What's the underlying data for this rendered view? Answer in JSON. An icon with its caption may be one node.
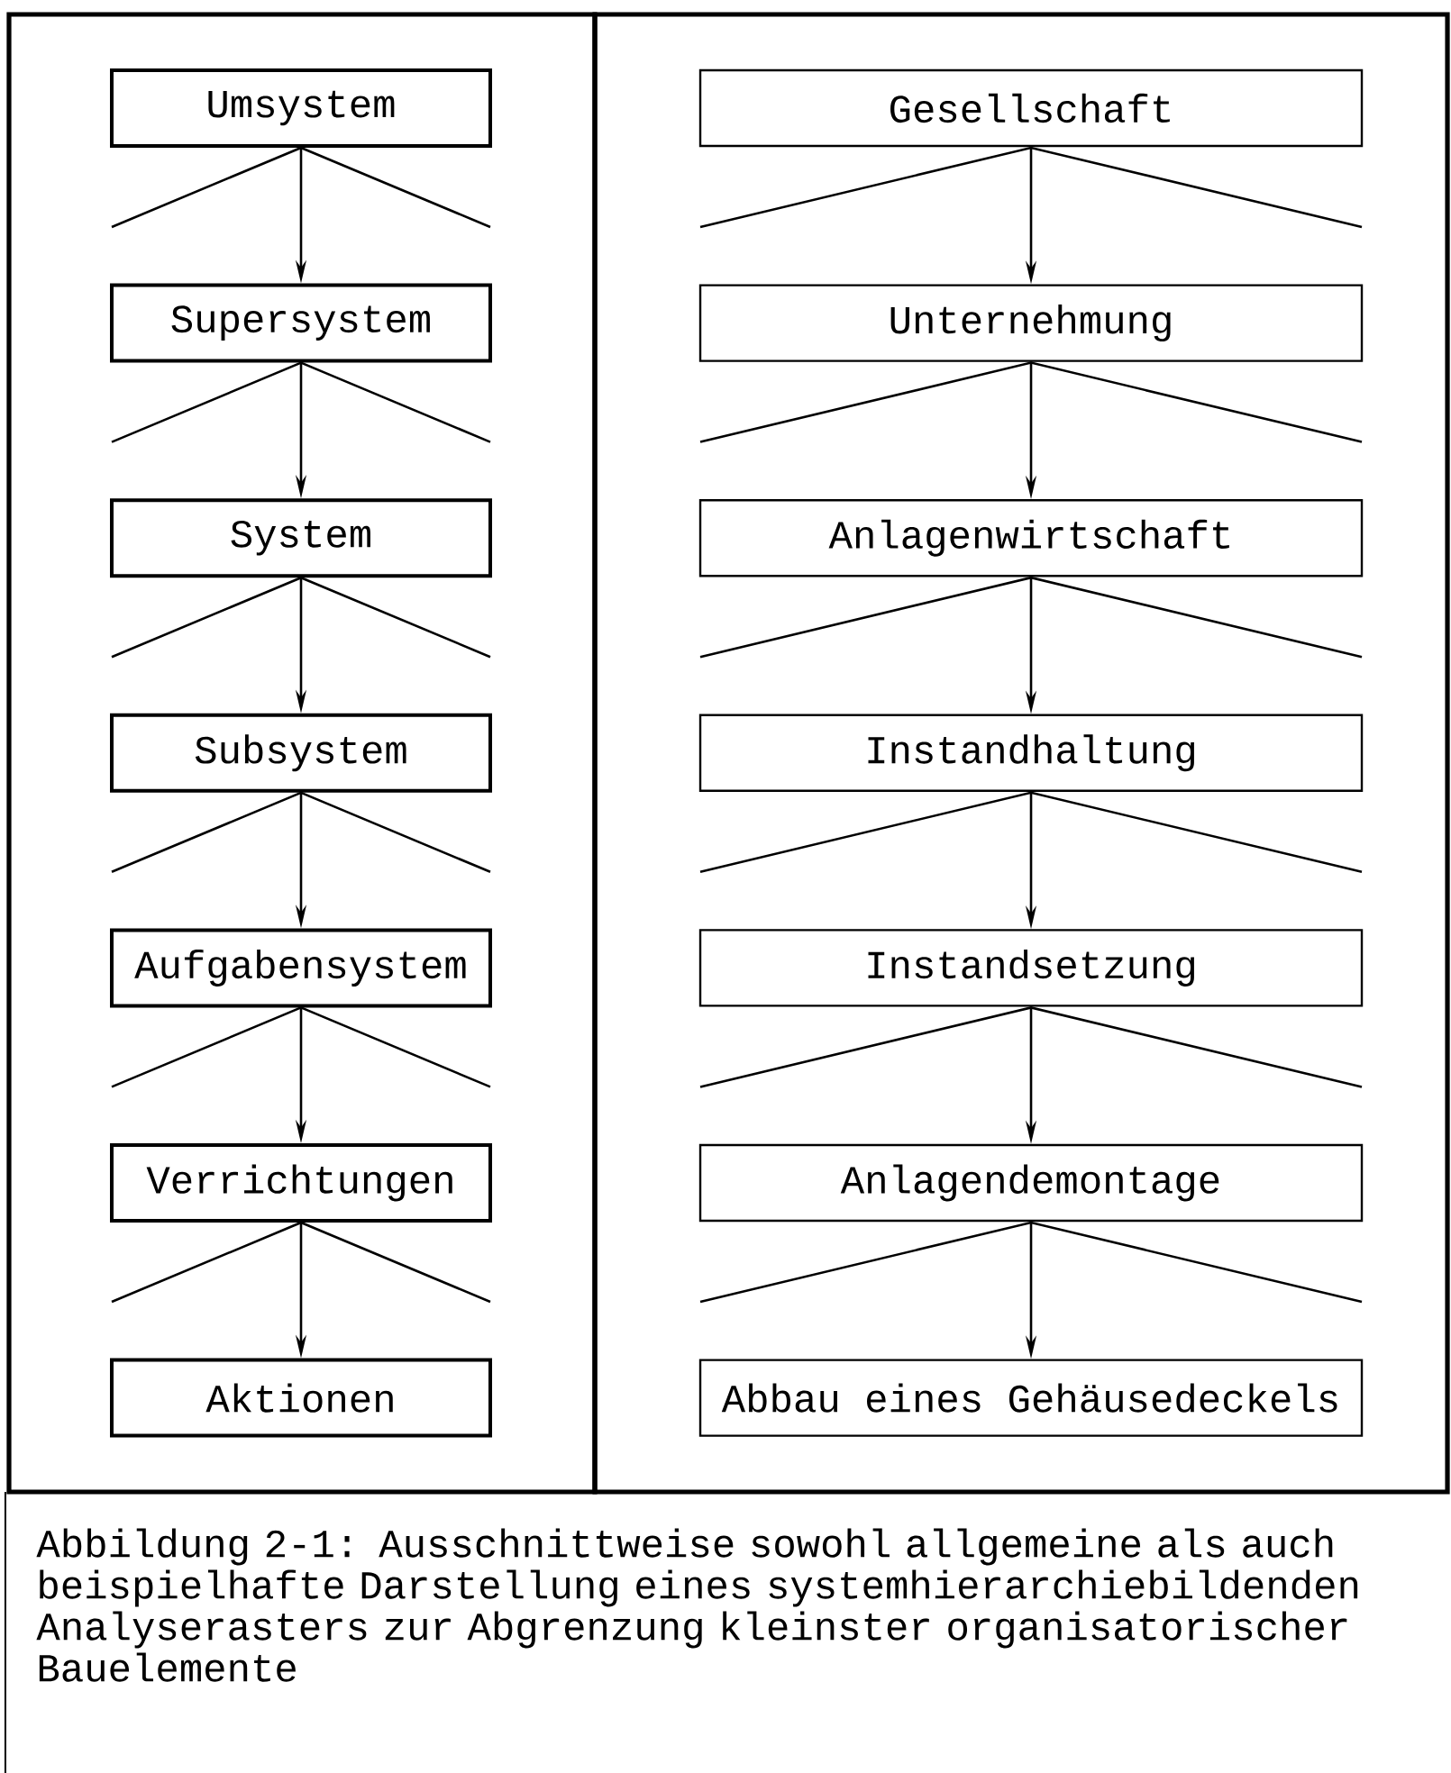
{
  "diagram": {
    "caption": "Abbildung 2-1: Ausschnittweise sowohl allgemeine als auch beispielhafte Darstellung eines systemhierarchiebildenden Analyserasters zur Abgrenzung kleinster organisatorischer Bauelemente",
    "nodes": [
      {
        "text": [],
        "shape": "box"
      },
      {
        "text": [
          "Umsystem"
        ],
        "in": 0
      },
      {
        "text": [
          "Supersystem"
        ],
        "in": 0
      },
      {
        "text": [
          "System"
        ],
        "in": 0
      },
      {
        "text": [
          "Subsystem"
        ],
        "in": 0
      },
      {
        "text": [
          "Aufgabensystem"
        ],
        "in": 0
      },
      {
        "text": [
          "Verrichtungen"
        ],
        "in": 0
      },
      {
        "text": [
          "Aktionen"
        ],
        "in": 0
      },
      {
        "text": [],
        "shape": "box"
      },
      {
        "text": [
          "Gesellschaft"
        ],
        "in": 8
      },
      {
        "text": [
          "Unternehmung"
        ],
        "in": 8
      },
      {
        "text": [
          "Anlagenwirtschaft"
        ],
        "in": 8
      },
      {
        "text": [
          "Instandhaltung"
        ],
        "in": 8
      },
      {
        "text": [
          "Instandsetzung"
        ],
        "in": 8
      },
      {
        "text": [
          "Anlagendemontage"
        ],
        "in": 8
      },
      {
        "text": [
          "Abbau eines Gehäusedeckels"
        ],
        "in": 8
      }
    ],
    "edges": [
      {
        "from": 1,
        "to": 2,
        "arrow": "to"
      },
      {
        "from": 2,
        "to": 3,
        "arrow": "to"
      },
      {
        "from": 3,
        "to": 4,
        "arrow": "to"
      },
      {
        "from": 4,
        "to": 5,
        "arrow": "to"
      },
      {
        "from": 5,
        "to": 6,
        "arrow": "to"
      },
      {
        "from": 6,
        "to": 7,
        "arrow": "to"
      },
      {
        "from": 9,
        "to": 10,
        "arrow": "to"
      },
      {
        "from": 10,
        "to": 11,
        "arrow": "to"
      },
      {
        "from": 11,
        "to": 12,
        "arrow": "to"
      },
      {
        "from": 12,
        "to": 13,
        "arrow": "to"
      },
      {
        "from": 13,
        "to": 14,
        "arrow": "to"
      },
      {
        "from": 14,
        "to": 15,
        "arrow": "to"
      }
    ]
  }
}
